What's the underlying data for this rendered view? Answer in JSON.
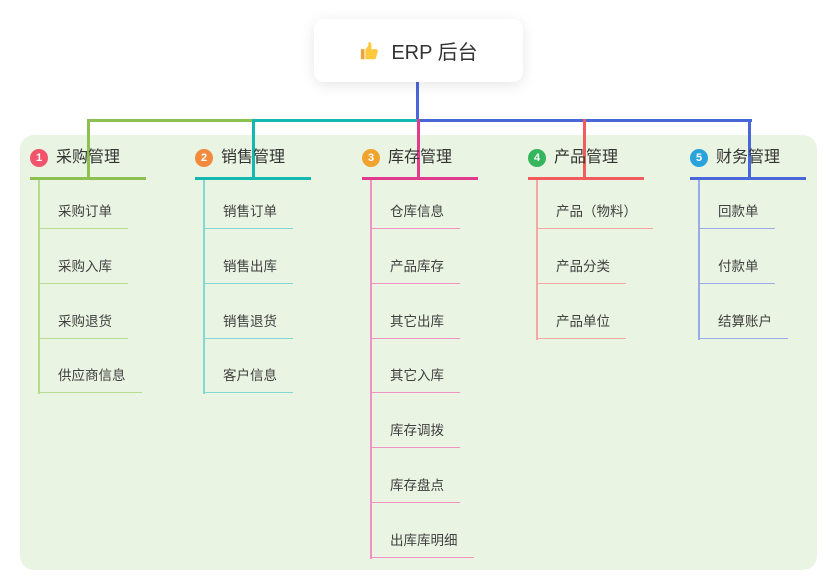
{
  "root": {
    "title": "ERP 后台",
    "icon": "thumbs-up"
  },
  "colors": {
    "stem": "#4A67D9",
    "panel_bg": "#E9F4E2",
    "card_bg": "#FFFFFF",
    "title_text": "#333333",
    "node_text": "#404040",
    "thumb_yellow": "#FFC83D",
    "thumb_dark_yellow": "#E8A33D"
  },
  "branches": [
    {
      "badge": "1",
      "name": "采购管理",
      "color": "#8CC152",
      "light": "#B5DC8E",
      "badge_color": "#F2556B",
      "children": [
        "采购订单",
        "采购入库",
        "采购退货",
        "供应商信息"
      ]
    },
    {
      "badge": "2",
      "name": "销售管理",
      "color": "#14B8AE",
      "light": "#85D8D1",
      "badge_color": "#F28A3D",
      "children": [
        "销售订单",
        "销售出库",
        "销售退货",
        "客户信息"
      ]
    },
    {
      "badge": "3",
      "name": "库存管理",
      "color": "#E23A8F",
      "light": "#F092C3",
      "badge_color": "#F0A32F",
      "children": [
        "仓库信息",
        "产品库存",
        "其它出库",
        "其它入库",
        "库存调拨",
        "库存盘点",
        "出库库明细"
      ]
    },
    {
      "badge": "4",
      "name": "产品管理",
      "color": "#F25C5C",
      "light": "#F7A6A6",
      "badge_color": "#35B55C",
      "children": [
        "产品（物料）",
        "产品分类",
        "产品单位"
      ]
    },
    {
      "badge": "5",
      "name": "财务管理",
      "color": "#4A67D9",
      "light": "#9AABE8",
      "badge_color": "#29A3DC",
      "children": [
        "回款单",
        "付款单",
        "结算账户"
      ]
    }
  ]
}
